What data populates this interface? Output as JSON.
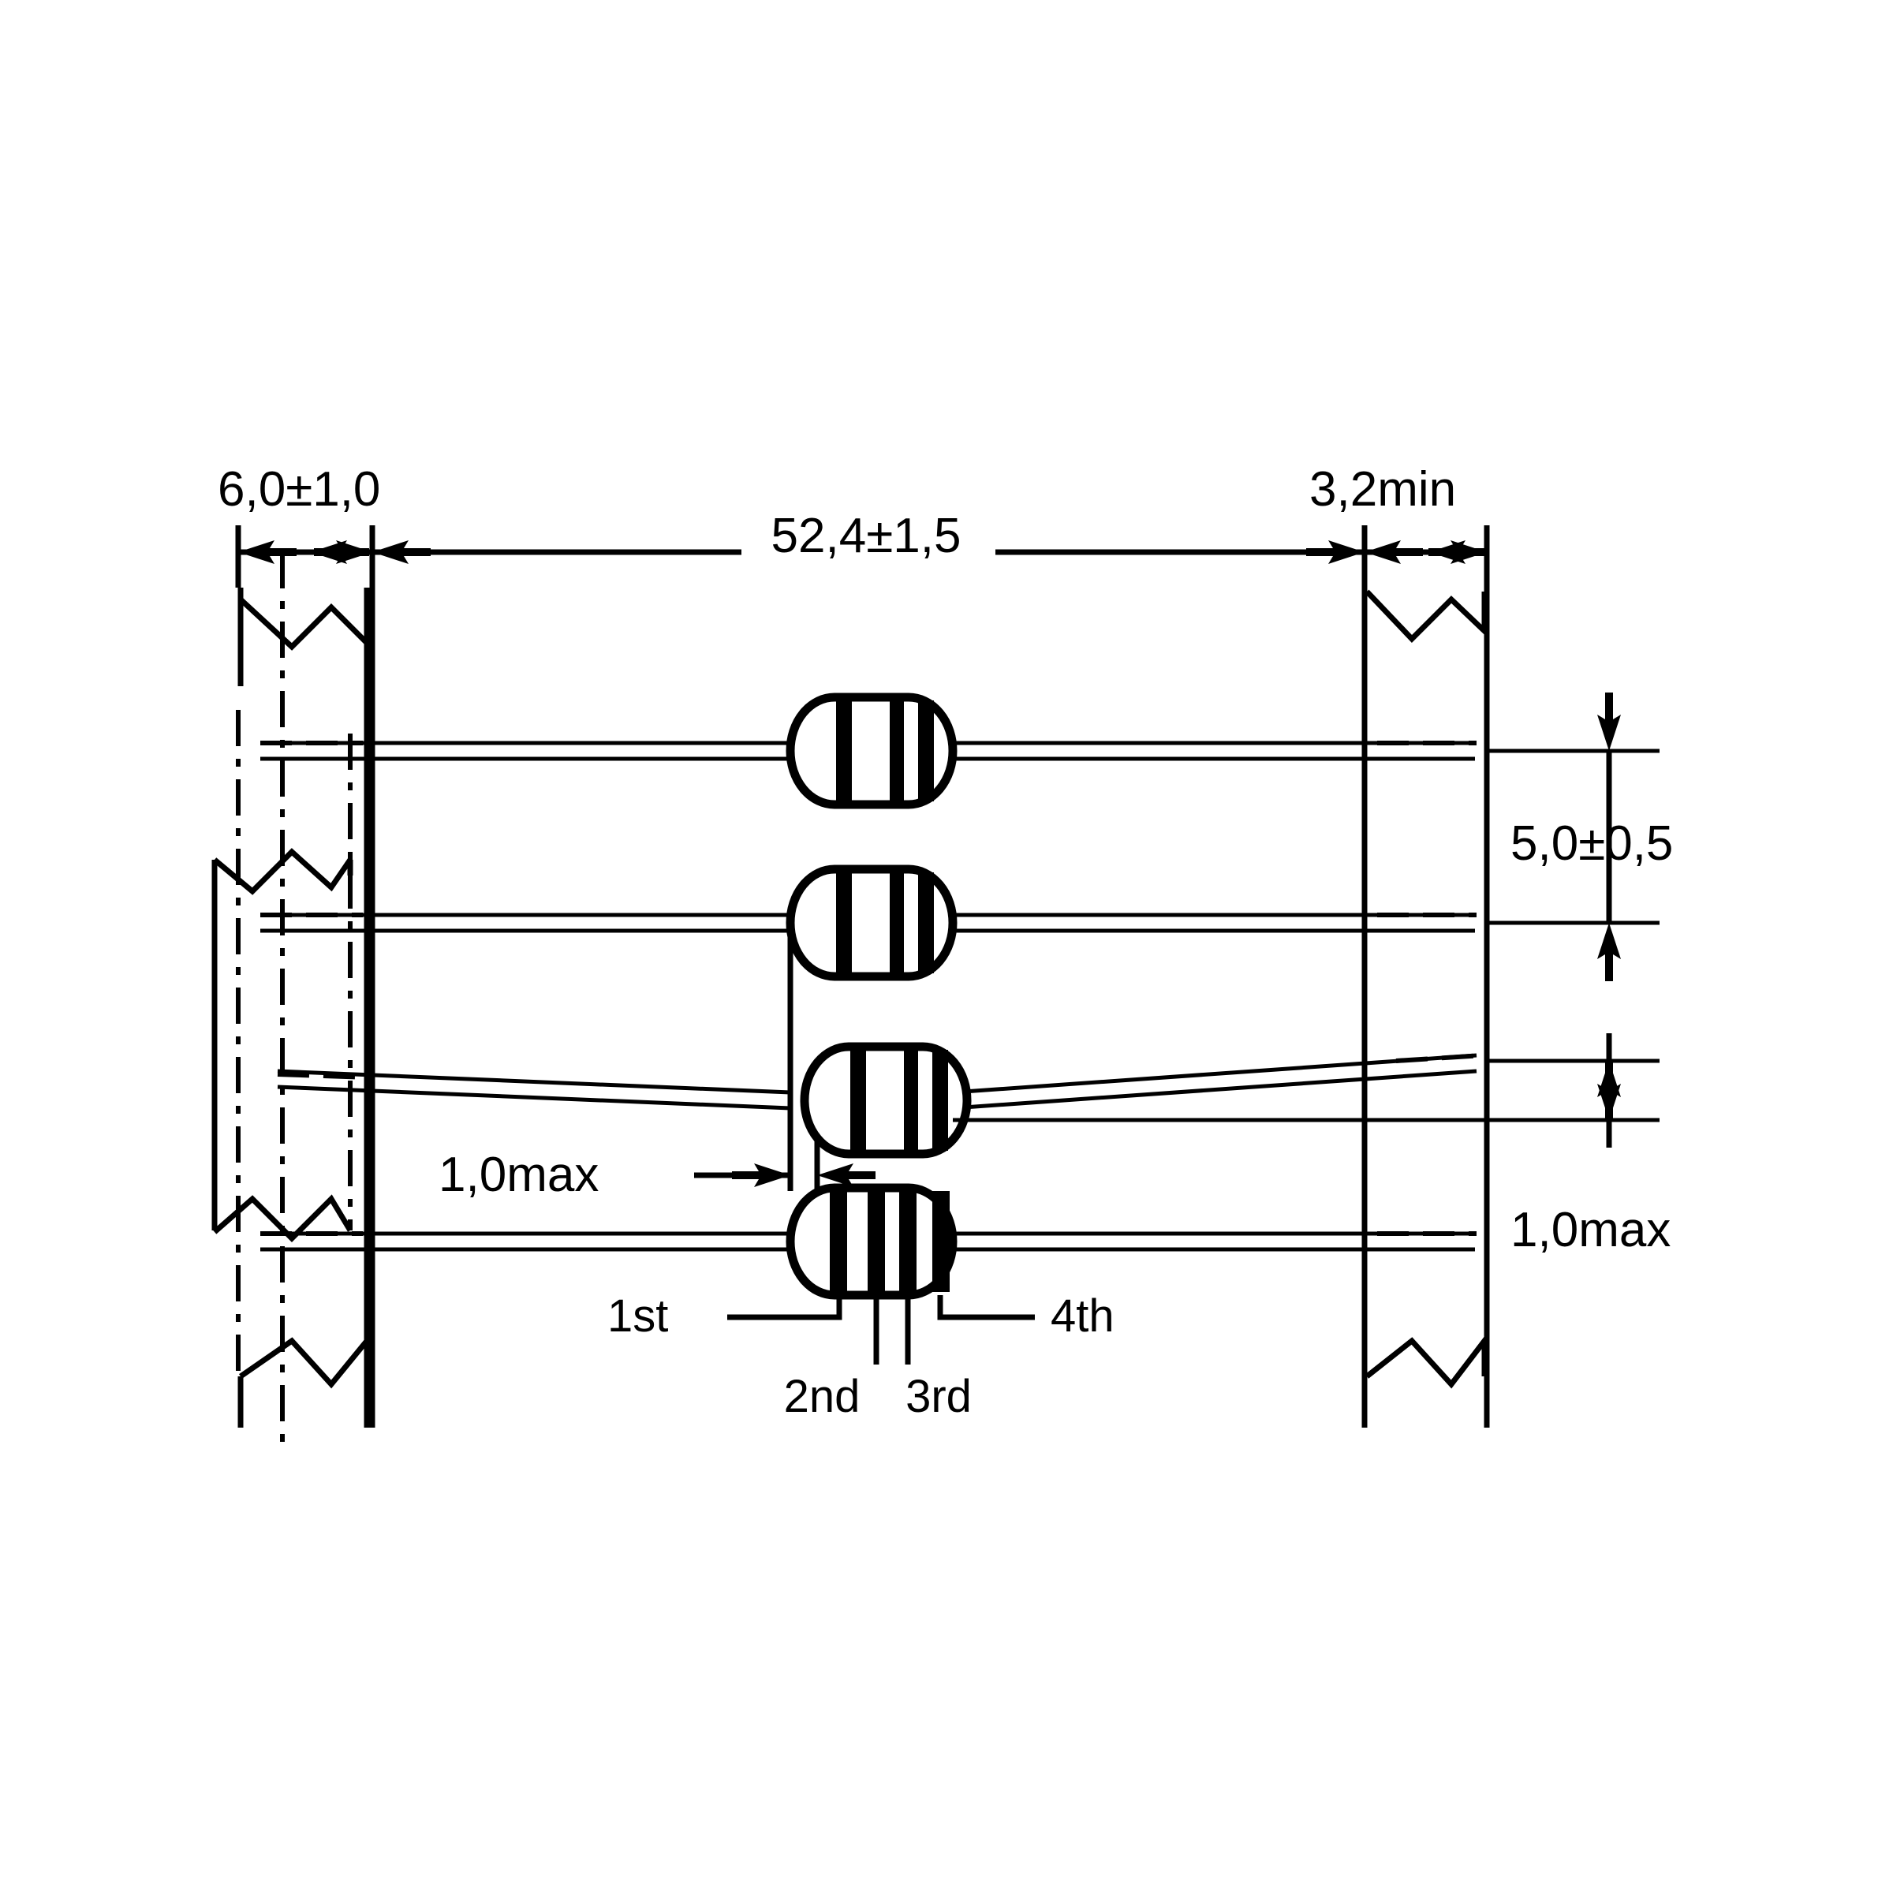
{
  "drawing": {
    "title": "Resistor outline dimensional drawing with colour band identification",
    "units": "mm",
    "background_color": "#ffffff",
    "line_color": "#000000"
  },
  "dimensions": {
    "left_lead_trim": "6,0±1,0",
    "body_span": "52,4±1,5",
    "right_lead_trim": "3,2min",
    "row_pitch": "5,0±0,5",
    "axial_offset": "1,0max",
    "lead_misalignment": "1,0max"
  },
  "band_labels": {
    "first": "1st",
    "second": "2nd",
    "third": "3rd",
    "fourth": "4th"
  },
  "resistors": [
    {
      "row": 1,
      "bands": 3,
      "tilted": false
    },
    {
      "row": 2,
      "bands": 3,
      "tilted": false
    },
    {
      "row": 3,
      "bands": 3,
      "tilted": true
    },
    {
      "row": 4,
      "bands": 4,
      "tilted": false
    }
  ]
}
